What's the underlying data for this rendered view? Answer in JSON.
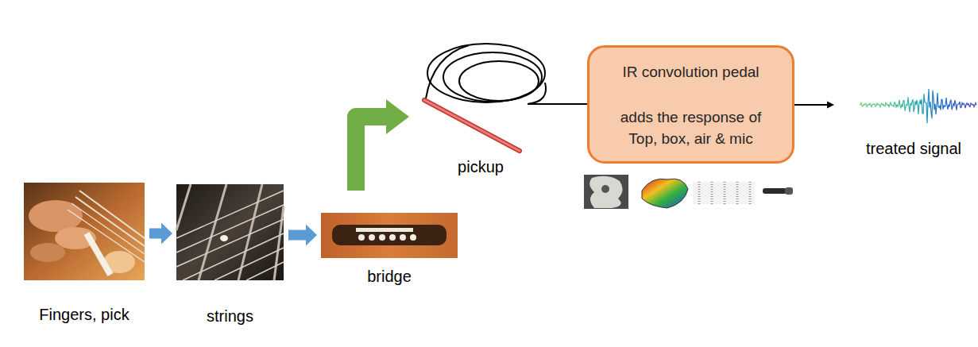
{
  "diagram": {
    "nodes": [
      {
        "text": [
          "Fingers, pick"
        ]
      },
      {
        "text": [
          "strings"
        ]
      },
      {
        "text": [
          "bridge"
        ]
      },
      {
        "text": [
          "pickup"
        ]
      },
      {
        "text": [
          "IR convolution pedal",
          "adds the response of Top, box, air & mic"
        ]
      },
      {
        "text": [
          "treated signal"
        ]
      }
    ],
    "edges": [
      {
        "from": 0,
        "to": 1,
        "arrow": "to"
      },
      {
        "from": 1,
        "to": 2,
        "arrow": "to"
      },
      {
        "from": 2,
        "to": 3,
        "arrow": "to"
      },
      {
        "from": 3,
        "to": 4,
        "arrow": "none"
      },
      {
        "from": 4,
        "to": 5,
        "arrow": "to"
      }
    ]
  }
}
